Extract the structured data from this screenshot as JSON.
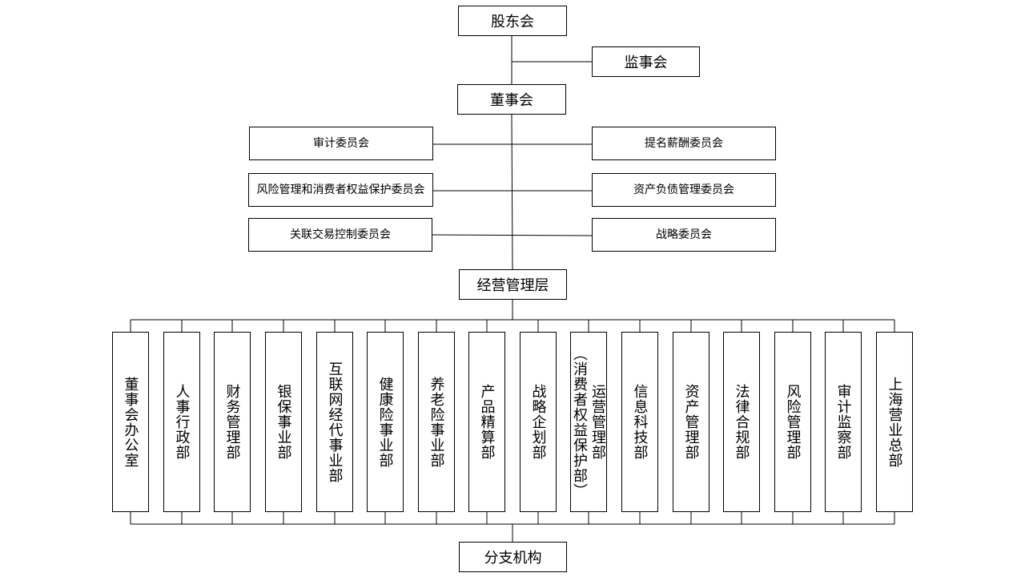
{
  "colors": {
    "line": "#000000",
    "box_border": "#000000",
    "background": "#ffffff"
  },
  "top": {
    "shareholders": "股东会",
    "supervisors": "监事会",
    "board": "董事会"
  },
  "committees": {
    "left": [
      "审计委员会",
      "风险管理和消费者权益保护委员会",
      "关联交易控制委员会"
    ],
    "right": [
      "提名薪酬委员会",
      "资产负债管理委员会",
      "战略委员会"
    ]
  },
  "management": "经营管理层",
  "departments": [
    "董事会办公室",
    "人事行政部",
    "财务管理部",
    "银保事业部",
    "互联网经代事业部",
    "健康险事业部",
    "养老险事业部",
    "产品精算部",
    "战略企划部",
    "运营管理部\n（消费者权益保护部）",
    "信息科技部",
    "资产管理部",
    "法律合规部",
    "风险管理部",
    "审计监察部",
    "上海营业总部"
  ],
  "branches": "分支机构"
}
